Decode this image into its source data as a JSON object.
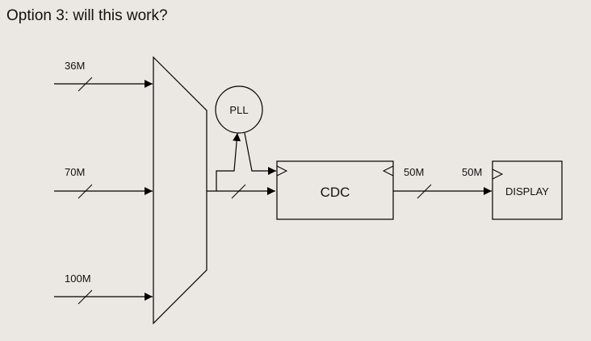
{
  "title": "Option 3: will this work?",
  "inputs": {
    "in1": "36M",
    "in2": "70M",
    "in3": "100M"
  },
  "blocks": {
    "pll": "PLL",
    "cdc": "CDC",
    "display": "DISPLAY"
  },
  "outputs": {
    "cdc_out_rate": "50M",
    "display_in_rate": "50M"
  }
}
